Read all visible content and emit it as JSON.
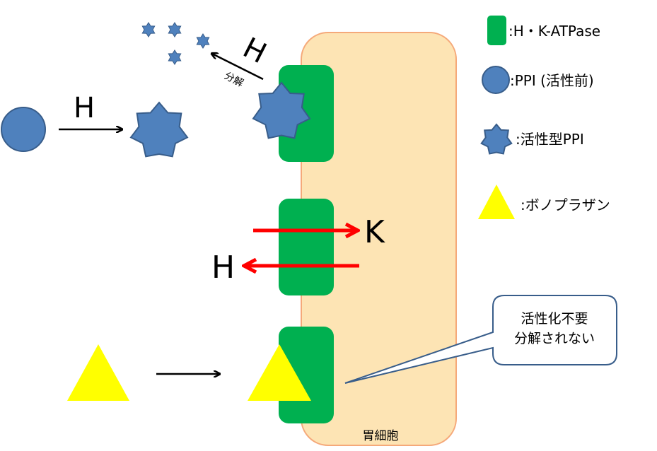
{
  "labels": {
    "h_top": "H",
    "decomp_small": "分解",
    "h_left": "H",
    "k_label": "K",
    "h_exchange": "H",
    "cell_label": "胃細胞"
  },
  "legend": {
    "pump": ":H・K-ATPase",
    "ppi_inactive": ":PPI (活性前)",
    "ppi_active": ":活性型PPI",
    "vonoprazan": ":ボノプラザン"
  },
  "callout": {
    "line1": "活性化不要",
    "line2": "分解されない"
  },
  "colors": {
    "cell_fill": "#fde4b4",
    "cell_stroke": "#f5a97a",
    "pump": "#00b050",
    "ppi": "#4f81bd",
    "ppi_stroke": "#385d8a",
    "vonoprazan": "#ffff00",
    "red_arrow": "#ff0000",
    "callout_stroke": "#385d8a"
  }
}
